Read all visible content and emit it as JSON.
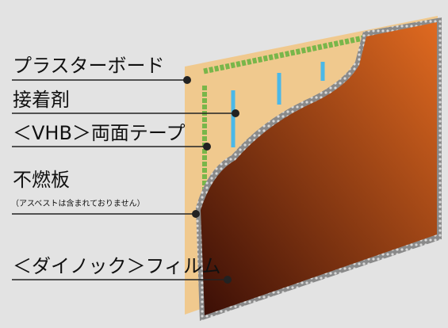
{
  "labels": {
    "plasterboard": "プラスターボード",
    "adhesive": "接着剤",
    "vhb_tape": "＜VHB＞両面テープ",
    "noncombustible": "不燃板",
    "asbestos_note": "（アスベストは含まれておりません）",
    "dynoc_film": "＜ダイノック＞フィルム"
  },
  "colors": {
    "background": "#e3e3e3",
    "plasterboard": "#f0c98e",
    "panel_light": "#e06a20",
    "panel_dark": "#3a0e06",
    "tape": "#79b64a",
    "adhesive": "#4bb8e8",
    "film_edge": "#6f6f6f",
    "leader": "#222222"
  }
}
